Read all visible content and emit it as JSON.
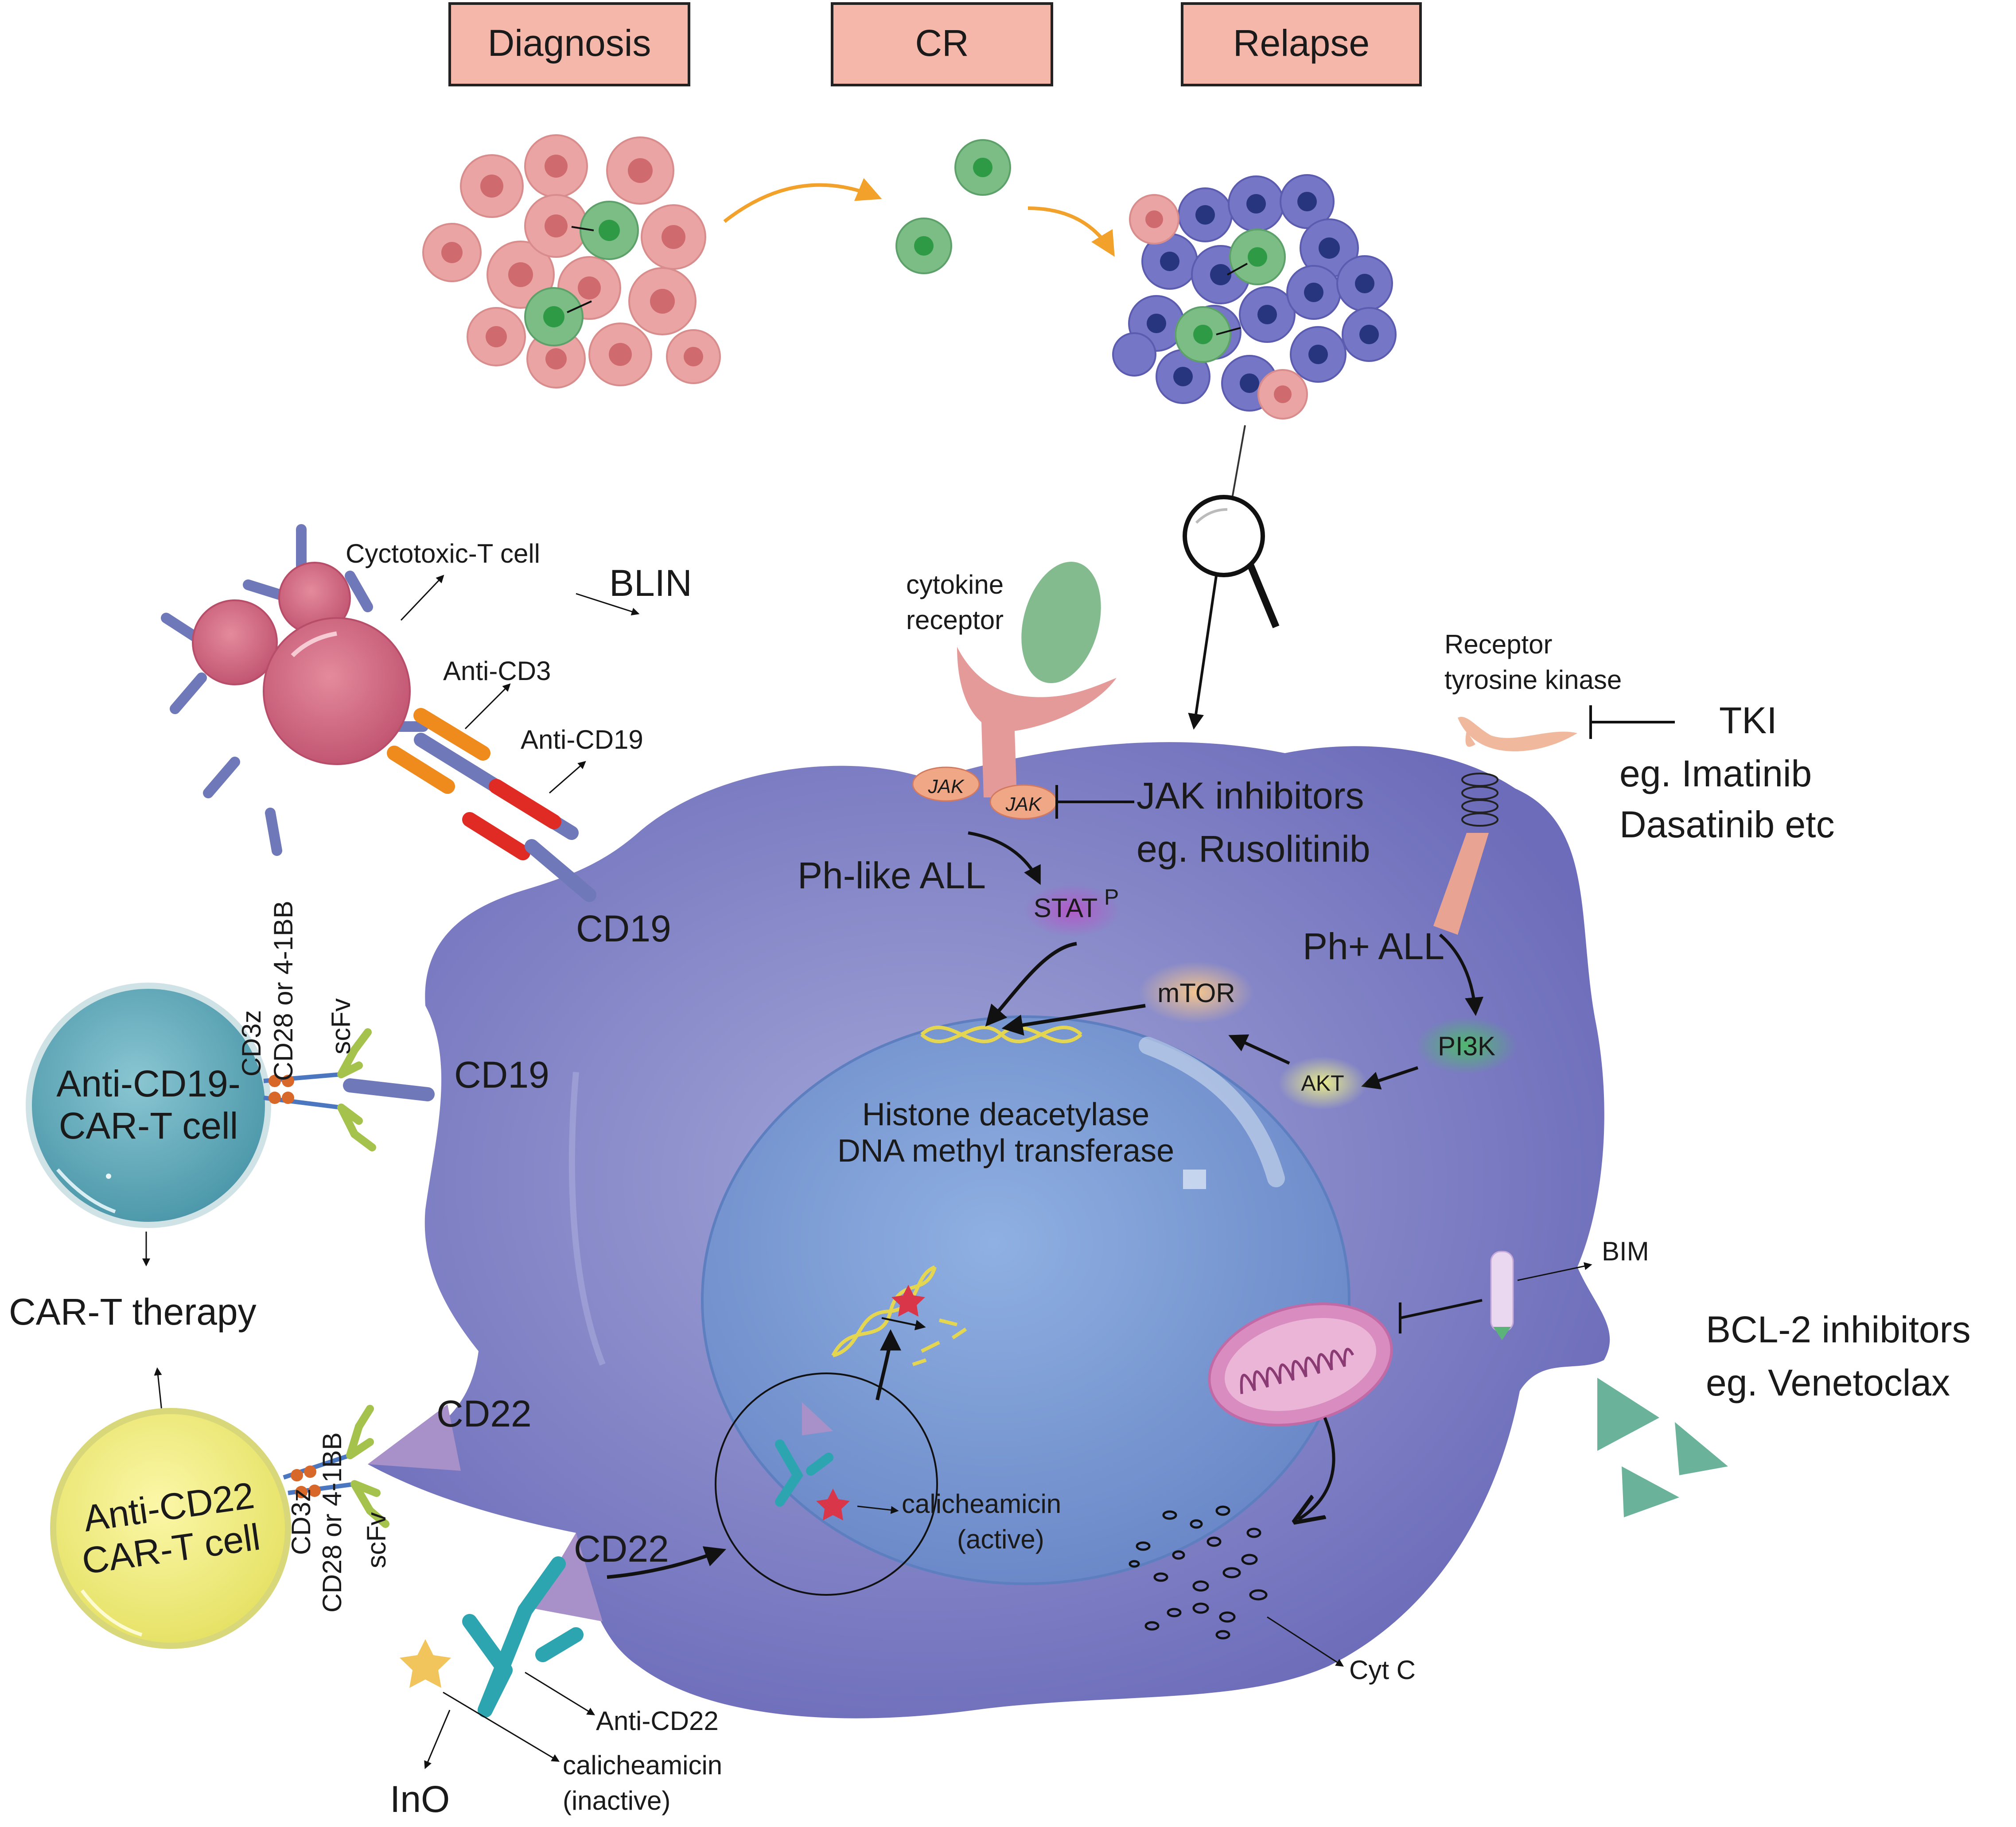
{
  "stages": {
    "diagnosis": "Diagnosis",
    "cr": "CR",
    "relapse": "Relapse"
  },
  "labels": {
    "cyto_t": "Cyctotoxic-T cell",
    "blin": "BLIN",
    "anti_cd3": "Anti-CD3",
    "anti_cd19": "Anti-CD19",
    "cd19_top": "CD19",
    "cd19_mid": "CD19",
    "cd22_top": "CD22",
    "cd22_bottom": "CD22",
    "cytokine": "cytokine",
    "receptor": "receptor",
    "jak1": "JAK",
    "jak2": "JAK",
    "jak_inh": "JAK inhibitors",
    "jak_eg": "eg. Rusolitinib",
    "ph_like": "Ph-like ALL",
    "stat": "STAT",
    "stat_sup": "P",
    "rtk1": "Receptor",
    "rtk2": "tyrosine kinase",
    "tki": "TKI",
    "tki_eg1": "eg. Imatinib",
    "tki_eg2": "Dasatinib etc",
    "ph_plus": "Ph+ ALL",
    "mtor": "mTOR",
    "pi3k": "PI3K",
    "akt": "AKT",
    "hdac": "Histone deacetylase",
    "dnmt": "DNA methyl transferase",
    "bim": "BIM",
    "bcl2": "BCL-2 inhibitors",
    "bcl2_eg": "eg. Venetoclax",
    "cytc": "Cyt C",
    "cal_active1": "calicheamicin",
    "cal_active2": "(active)",
    "anti_cd22": "Anti-CD22",
    "cal_inactive1": "calicheamicin",
    "cal_inactive2": "(inactive)",
    "ino": "InO",
    "car19_l1": "Anti-CD19-",
    "car19_l2": "CAR-T cell",
    "car22_l1": "Anti-CD22",
    "car22_l2": "CAR-T cell",
    "car_t_therapy": "CAR-T therapy",
    "cd3z_a": "CD3z",
    "cd28_a": "CD28 or 4-1BB",
    "scfv_a": "scFv",
    "cd3z_b": "CD3z",
    "cd28_b": "CD28 or 4-1BB",
    "scfv_b": "scFv"
  },
  "colors": {
    "tumor_body": "#8f8fcc",
    "nucleus": "#7f9fd6",
    "pink_cell": "#e9a0a0",
    "green_cell": "#74b87e",
    "blue_cell": "#6f6fc4",
    "stage_box": "#f4b6a8",
    "car19": "#6fb0bf",
    "car22": "#f1ef8a",
    "t_cell": "#d86a80"
  }
}
